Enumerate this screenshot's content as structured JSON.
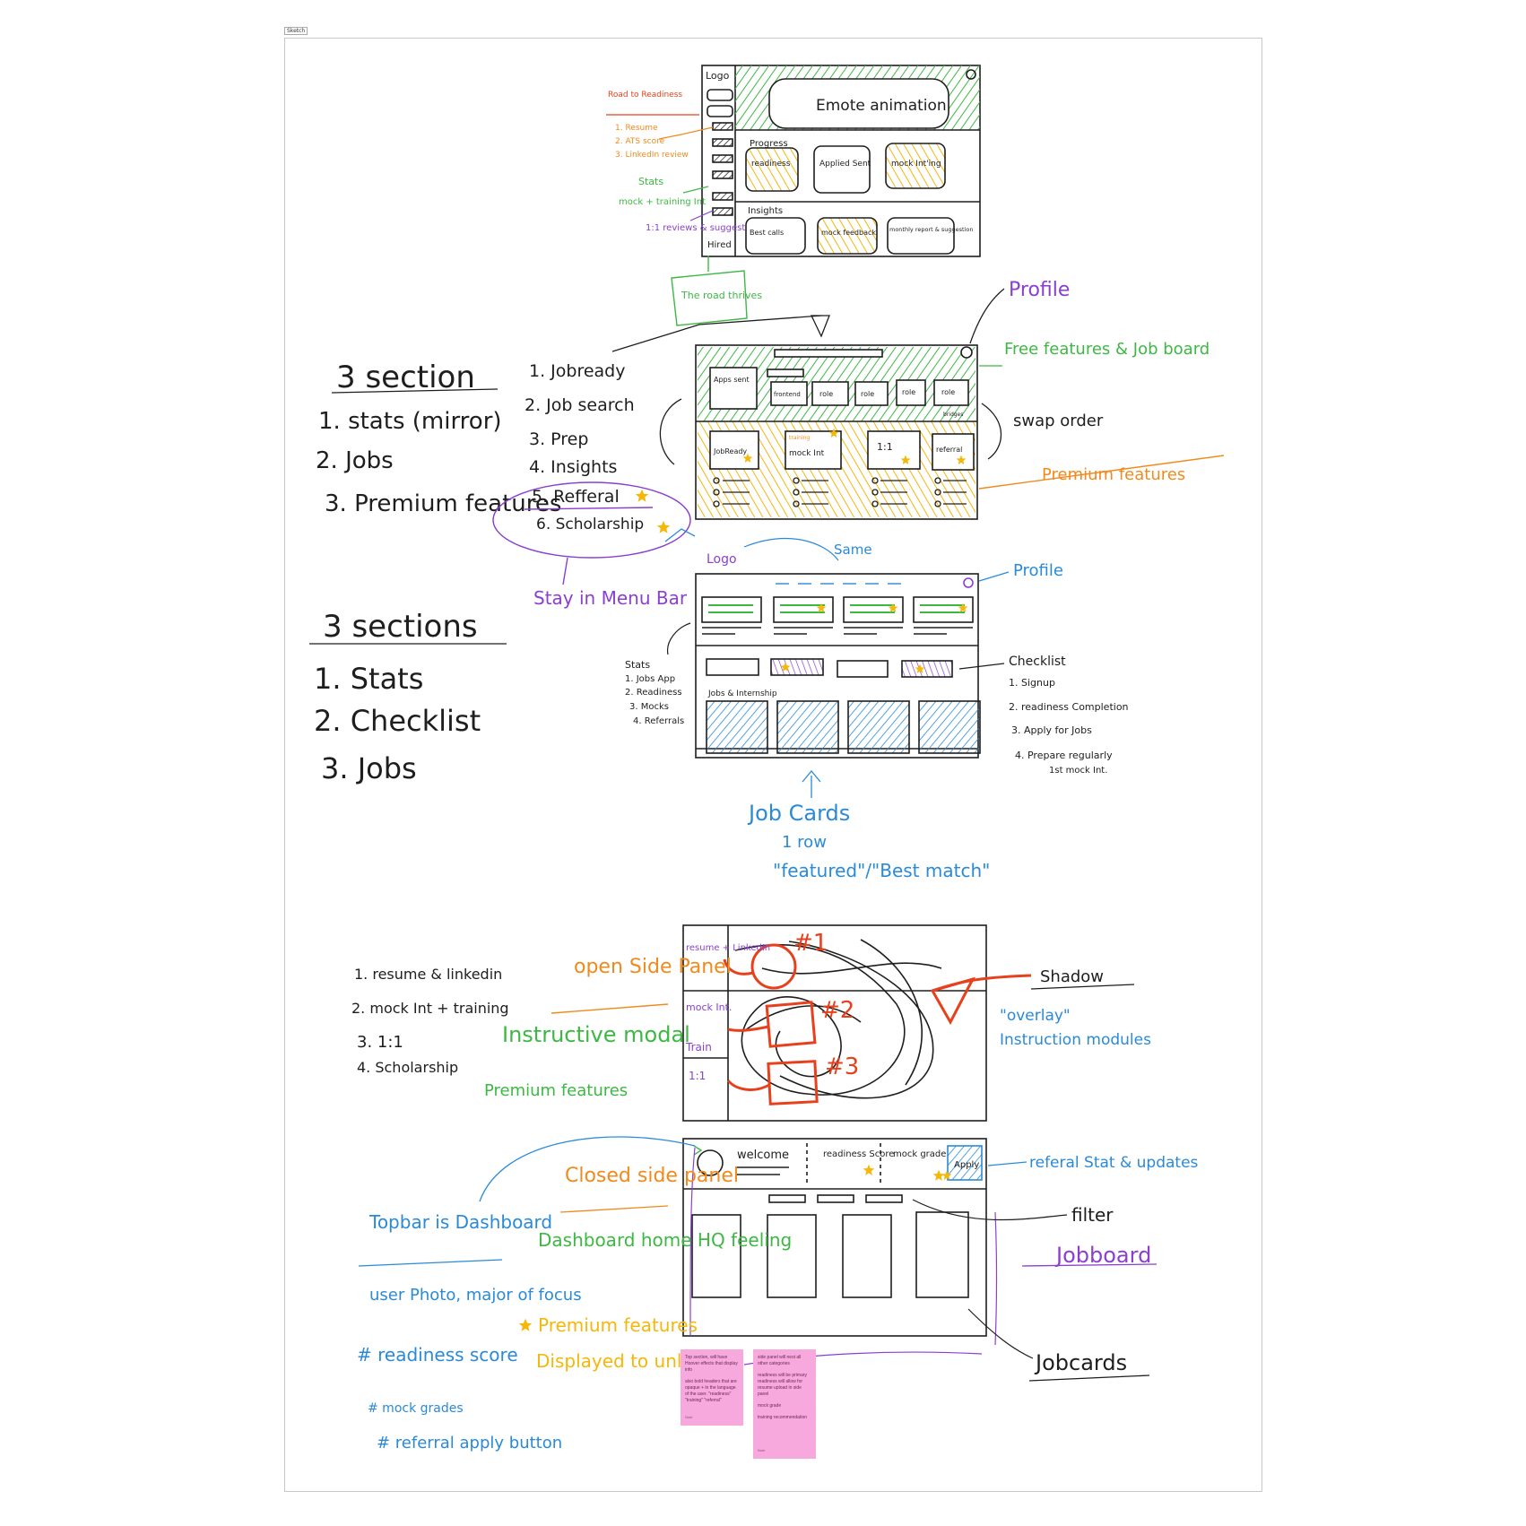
{
  "tab": "Sketch",
  "colors": {
    "black": "#1e1e1e",
    "green": "#3db843",
    "orange": "#f08a1c",
    "purple": "#8a3fd0",
    "blue": "#2a8ad8",
    "red": "#e8401c",
    "yellow": "#f5b70a",
    "pink": "#f7a8dc"
  },
  "wire1": {
    "logo": "Logo",
    "emote": "Emote animation",
    "progress": "Progress",
    "readiness": "readiness",
    "applied": "Applied Sent",
    "mock": "mock Int'ing",
    "insights": "Insights",
    "best": "Best calls",
    "mockfb": "mock feedback",
    "monthly": "monthly report & suggestion",
    "hired": "Hired",
    "road_title": "Road to Readiness",
    "road_items": [
      "1. Resume",
      "2. ATS score",
      "3. LinkedIn review"
    ],
    "stats": "Stats",
    "mock_int": "mock + training Int",
    "reviews": "1:1 reviews & suggest",
    "road_thrives": "The road thrives"
  },
  "wire2": {
    "apps_sent": "Apps sent",
    "frontend": "frontend",
    "role": "role",
    "bridges": "bridges",
    "jobready": "JobReady",
    "training": "training",
    "mock_int": "mock Int",
    "one_on_one": "1:1",
    "referral": "referral",
    "profile": "Profile",
    "free_features": "Free features & Job board",
    "swap": "swap order",
    "premium": "Premium features",
    "left_title": "3 section",
    "left_items": [
      "1. stats (mirror)",
      "2. Jobs",
      "3. Premium features"
    ],
    "menu_items": [
      "1. Jobready",
      "2. Job search",
      "3. Prep",
      "4. Insights",
      "5. Refferal",
      "6. Scholarship"
    ],
    "stay_menu": "Stay in Menu Bar"
  },
  "wire3": {
    "logo": "Logo",
    "same": "Same",
    "profile": "Profile",
    "stats_label": "Stats",
    "stats_items": [
      "1. Jobs App",
      "2. Readiness",
      "3. Mocks",
      "4. Referrals"
    ],
    "jobs_label": "Jobs & Internship",
    "checklist": "Checklist",
    "checklist_items": [
      "1. Signup",
      "2. readiness Completion",
      "3. Apply for Jobs",
      "4. Prepare regularly",
      "1st mock Int."
    ],
    "left_title": "3 sections",
    "left_items": [
      "1. Stats",
      "2. Checklist",
      "3. Jobs"
    ],
    "job_cards": "Job Cards",
    "one_row": "1 row",
    "featured": "\"featured\"/\"Best match\""
  },
  "wire4": {
    "panel_items": [
      "resume + LinkedIn",
      "mock Int.",
      "Train",
      "1:1"
    ],
    "markers": [
      "#1",
      "#2",
      "#3"
    ],
    "list": [
      "1. resume & linkedin",
      "2. mock Int + training",
      "3. 1:1",
      "4. Scholarship"
    ],
    "open_panel": "open Side Panel",
    "instructive": "Instructive modal",
    "premium": "Premium features",
    "shadow": "Shadow",
    "overlay": "\"overlay\"",
    "instruction": "Instruction modules"
  },
  "wire5": {
    "welcome": "welcome",
    "readiness": "readiness Score",
    "mock": "mock grade",
    "apply": "Apply",
    "closed_panel": "Closed side panel",
    "topbar": "Topbar is Dashboard",
    "dash": "Dashboard home HQ feeling",
    "premium": "Premium features",
    "displayed": "Displayed to unlock",
    "user_photo": "user Photo, major of focus",
    "readiness_score": "# readiness score",
    "mock_grades": "# mock grades",
    "referral_button": "# referral apply button",
    "referral_stat": "referal Stat & updates",
    "filter": "filter",
    "jobboard": "Jobboard",
    "jobcards": "Jobcards"
  },
  "notes": [
    {
      "paras": [
        "Top section, will have Hoover effects that display info",
        "also bold headers that are opaque + in the language of the user. \"readiness\" \"training\" \"referral\""
      ],
      "by": "Note"
    },
    {
      "paras": [
        "side panel will nest all other categories",
        "readiness will be primary readiness will allow for resume upload in side panel",
        "mock grade",
        "training recommendation"
      ],
      "by": "Note"
    }
  ]
}
